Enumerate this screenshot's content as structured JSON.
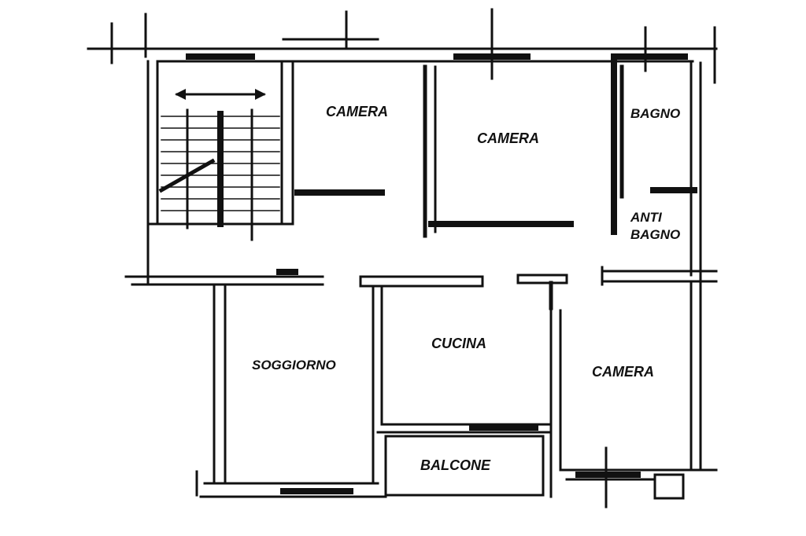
{
  "rooms": {
    "camera_1": "CAMERA",
    "camera_2": "CAMERA",
    "bagno": "BAGNO",
    "anti_bagno_line1": "ANTI",
    "anti_bagno_line2": "BAGNO",
    "soggiorno": "SOGGIORNO",
    "cucina": "CUCINA",
    "camera_3": "CAMERA",
    "balcone": "BALCONE"
  },
  "colors": {
    "ink": "#111111",
    "background": "#ffffff"
  }
}
